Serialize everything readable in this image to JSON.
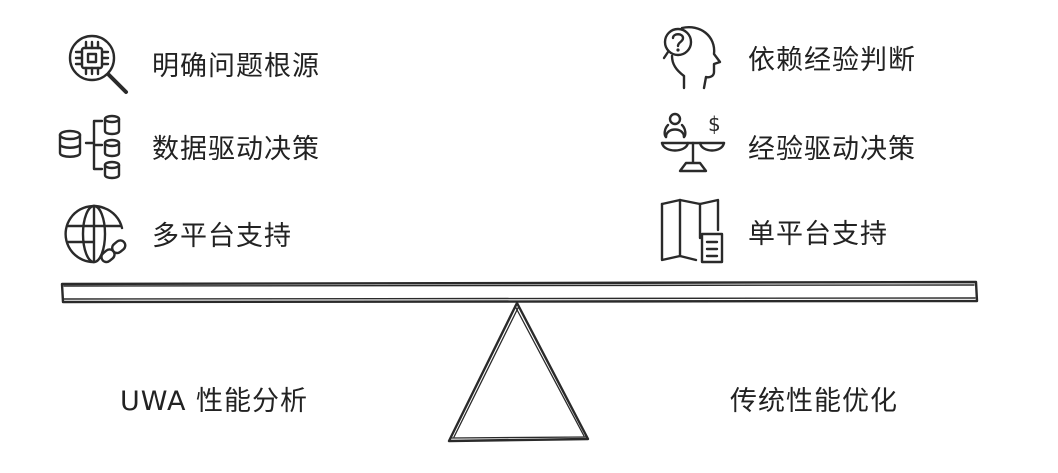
{
  "left": {
    "items": [
      {
        "icon": "chip-search-icon",
        "label": "明确问题根源"
      },
      {
        "icon": "database-icon",
        "label": "数据驱动决策"
      },
      {
        "icon": "globe-link-icon",
        "label": "多平台支持"
      }
    ],
    "title": "UWA 性能分析"
  },
  "right": {
    "items": [
      {
        "icon": "head-question-icon",
        "label": "依赖经验判断"
      },
      {
        "icon": "scale-person-money-icon",
        "label": "经验驱动决策"
      },
      {
        "icon": "map-building-icon",
        "label": "单平台支持"
      }
    ],
    "title": "传统性能优化"
  }
}
